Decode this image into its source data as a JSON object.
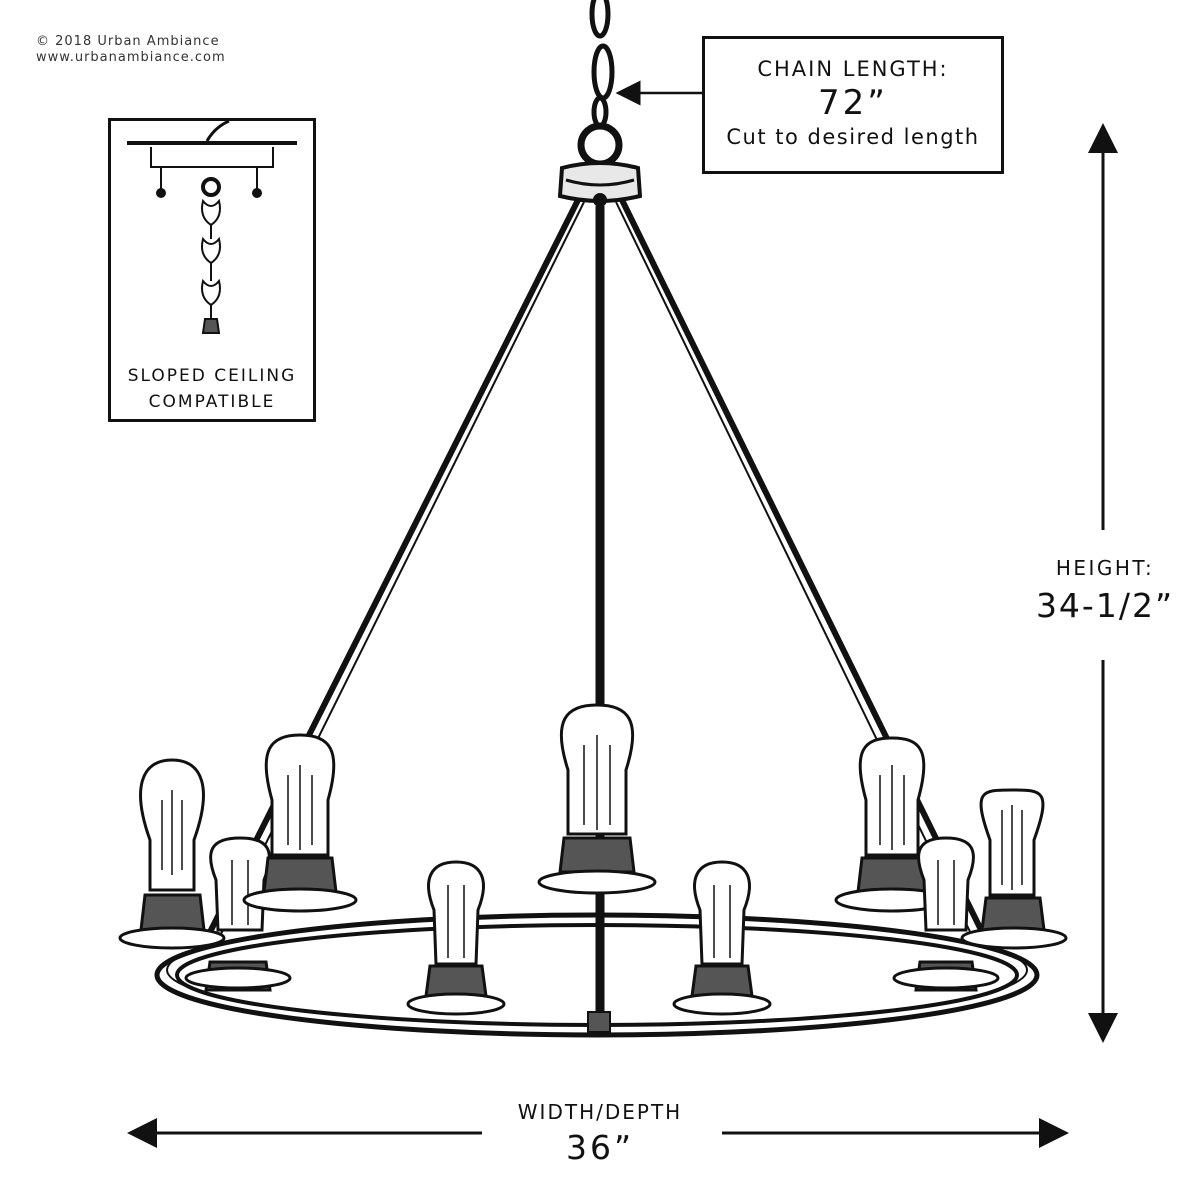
{
  "copyright": {
    "line1": "© 2018 Urban Ambiance",
    "line2": "www.urbanambiance.com"
  },
  "chain_callout": {
    "label": "CHAIN LENGTH:",
    "value": "72”",
    "note": "Cut to desired length"
  },
  "sloped_ceiling": {
    "line1": "SLOPED CEILING",
    "line2": "COMPATIBLE"
  },
  "height": {
    "label": "HEIGHT:",
    "value": "34-1/2”"
  },
  "width": {
    "label": "WIDTH/DEPTH",
    "value": "36”"
  },
  "colors": {
    "ink": "#111111",
    "background": "#ffffff"
  }
}
